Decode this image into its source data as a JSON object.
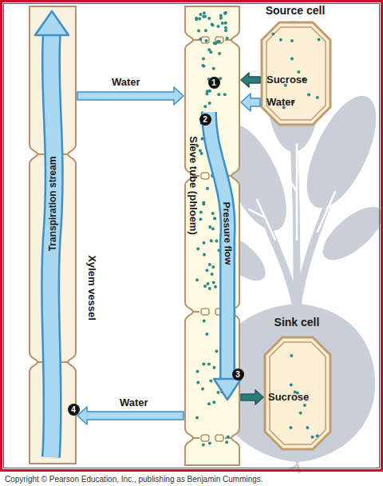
{
  "diagram": {
    "nodes": [
      {
        "text": [
          "Xylem vessel"
        ]
      },
      {
        "text": [
          "Sieve tube (phloem)"
        ]
      },
      {
        "text": [
          "Source cell"
        ]
      },
      {
        "text": [
          "Sink cell"
        ]
      }
    ],
    "edges": [
      {
        "from": 0,
        "to": 1,
        "arrow": "to",
        "label": "Water"
      },
      {
        "from": 2,
        "to": 1,
        "arrow": "to",
        "label": "Sucrose"
      },
      {
        "from": 2,
        "to": 1,
        "arrow": "to",
        "label": "Water"
      },
      {
        "from": 1,
        "to": 3,
        "arrow": "to",
        "label": "Sucrose"
      },
      {
        "from": 1,
        "to": 0,
        "arrow": "to",
        "label": "Water"
      }
    ],
    "labels": [
      "Transpiration stream",
      "Pressure flow",
      "1",
      "2",
      "3",
      "4",
      "Copyright © Pearson Education, Inc., publishing as Benjamin Cummings."
    ]
  }
}
